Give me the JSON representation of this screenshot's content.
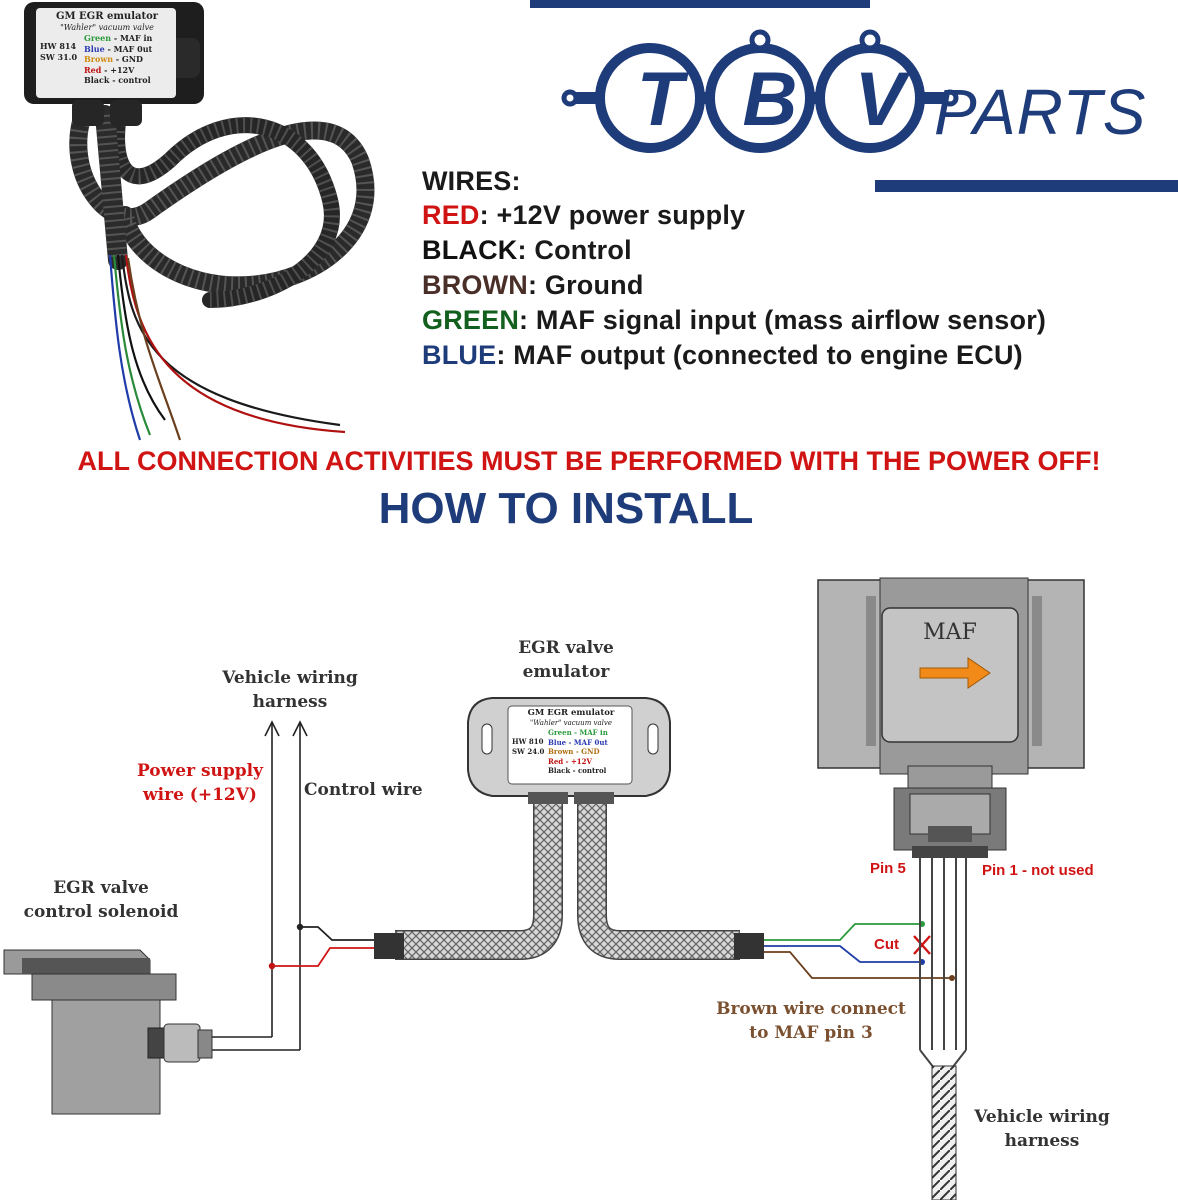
{
  "colors": {
    "red": "#d01414",
    "brown": "#4a2e28",
    "green": "#13601e",
    "blue": "#1f3c7a",
    "navy": "#1f3c7a",
    "warning": "#d01414"
  },
  "brand": {
    "letters": [
      "T",
      "B",
      "V"
    ],
    "suffix": "PARTS"
  },
  "product_label": {
    "title": "GM  EGR emulator",
    "subtitle": "\"Wahler\" vacuum valve",
    "hw": "HW 814",
    "sw": "SW 31.0",
    "lines": [
      {
        "color": "Green",
        "text": " - MAF in"
      },
      {
        "color": "Blue",
        "text": " - MAF 0ut"
      },
      {
        "color": "Brown",
        "text": " - GND"
      },
      {
        "color": "Red",
        "text": " - +12V"
      },
      {
        "color": "Black",
        "text": " - control"
      }
    ]
  },
  "wires": {
    "heading": "WIRES:",
    "items": [
      {
        "name": "RED",
        "desc": ": +12V power supply"
      },
      {
        "name": "BLACK",
        "desc": ": Control"
      },
      {
        "name": "BROWN",
        "desc": ": Ground"
      },
      {
        "name": "GREEN",
        "desc": ": MAF signal input (mass airflow sensor)"
      },
      {
        "name": "BLUE",
        "desc": ": MAF output (connected to engine ECU)"
      }
    ]
  },
  "warning": "ALL CONNECTION ACTIVITIES MUST BE PERFORMED WITH THE POWER OFF!",
  "how_to": "HOW TO INSTALL",
  "diagram": {
    "vehicle_harness_top": [
      "Vehicle wiring",
      "harness"
    ],
    "power_supply": [
      "Power supply",
      "wire (+12V)"
    ],
    "control_wire": "Control wire",
    "emulator": [
      "EGR valve",
      "emulator"
    ],
    "solenoid": [
      "EGR valve",
      "control solenoid"
    ],
    "maf": "MAF",
    "pin5": "Pin 5",
    "pin1": "Pin 1 - not used",
    "cut": "Cut",
    "brown_connect": [
      "Brown wire connect",
      "to MAF pin 3"
    ],
    "vehicle_harness_bottom": [
      "Vehicle wiring",
      "harness"
    ],
    "small_label": {
      "title": "GM  EGR emulator",
      "subtitle": "\"Wahler\" vacuum valve",
      "hw": "HW 810",
      "sw": "SW 24.0",
      "lines": [
        "Green - MAF in",
        "Blue - MAF 0ut",
        "Brown - GND",
        "Red - +12V",
        "Black - control"
      ]
    }
  }
}
